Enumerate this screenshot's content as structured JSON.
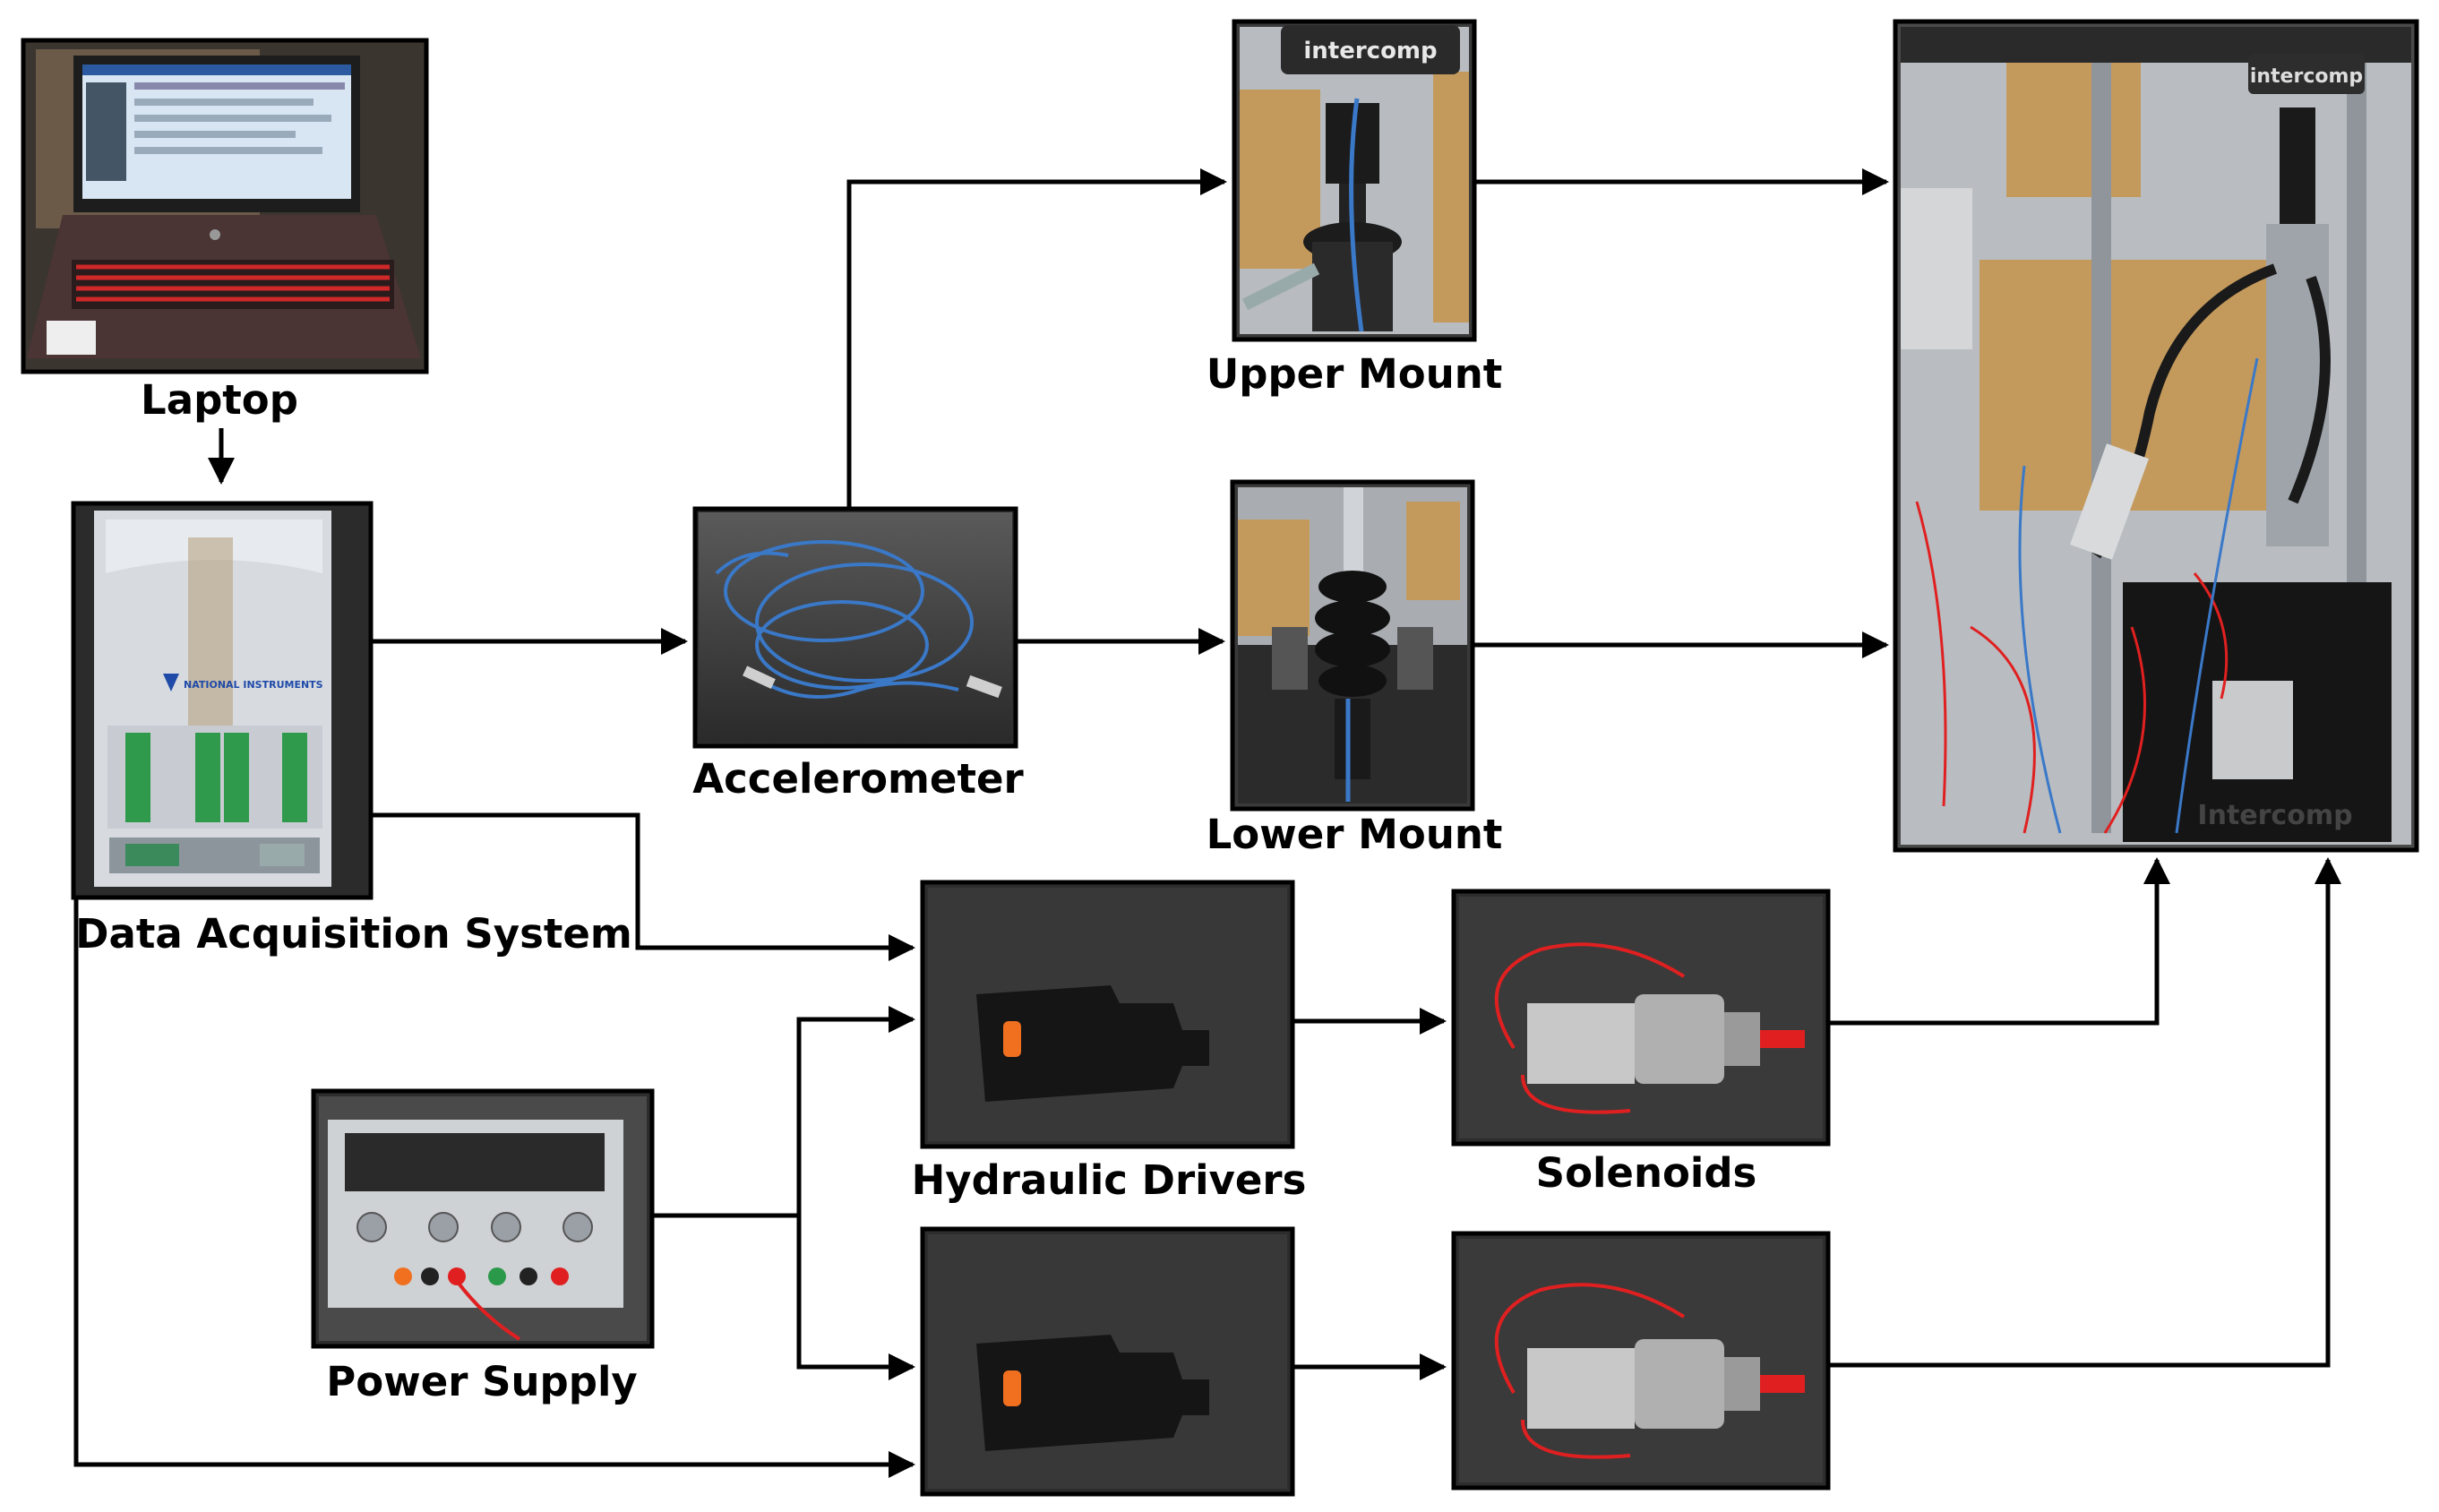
{
  "labels": {
    "laptop": "Laptop",
    "daq": "Data Acquisition System",
    "accelerometer": "Accelerometer",
    "upper_mount": "Upper Mount",
    "lower_mount": "Lower Mount",
    "hydraulic_drivers": "Hydraulic Drivers",
    "solenoids": "Solenoids",
    "power_supply": "Power Supply"
  },
  "photo_text": {
    "intercomp_mount": "intercomp",
    "intercomp_rig": "Intercomp",
    "ni_logo": "NATIONAL INSTRUMENTS"
  },
  "colors": {
    "line": "#000000",
    "frame": "#000000",
    "cable_blue": "#3a78c8",
    "wire_red": "#e02020",
    "cardboard": "#c49a5c"
  }
}
